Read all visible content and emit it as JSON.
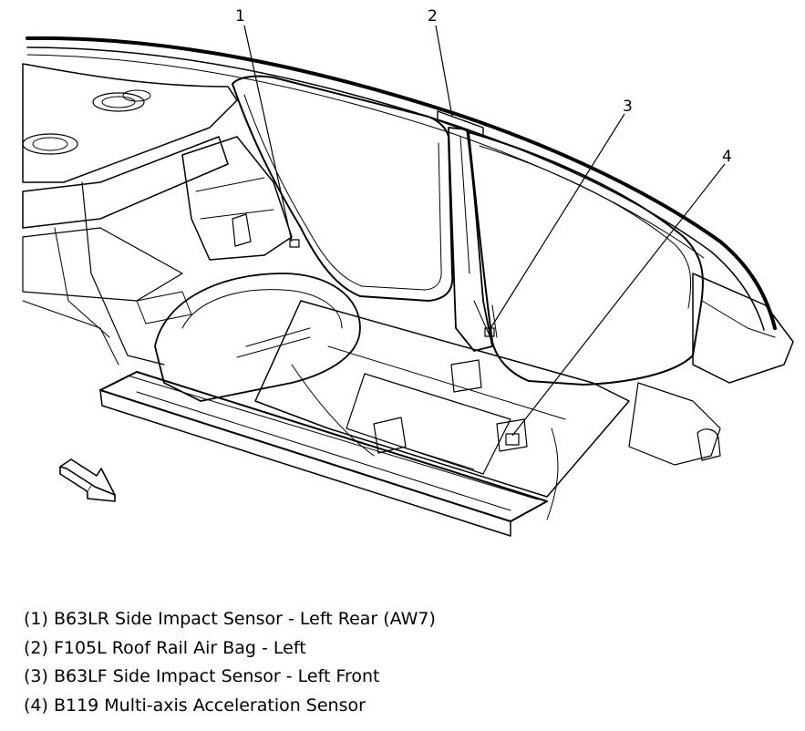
{
  "callouts": [
    {
      "number": "1",
      "label": "B63LR Side Impact Sensor - Left Rear (AW7)"
    },
    {
      "number": "2",
      "label": "F105L Roof Rail Air Bag - Left"
    },
    {
      "number": "3",
      "label": "B63LF Side Impact Sensor - Left Front"
    },
    {
      "number": "4",
      "label": "B119 Multi-axis Acceleration Sensor"
    }
  ],
  "legend": [
    "(1) B63LR Side Impact Sensor - Left Rear (AW7)",
    "(2) F105L Roof Rail Air Bag - Left",
    "(3) B63LF Side Impact Sensor - Left Front",
    "(4) B119 Multi-axis Acceleration Sensor"
  ],
  "icons": {
    "direction_arrow": "front-direction-arrow-icon"
  },
  "colors": {
    "line": "#000000",
    "background": "#ffffff"
  }
}
